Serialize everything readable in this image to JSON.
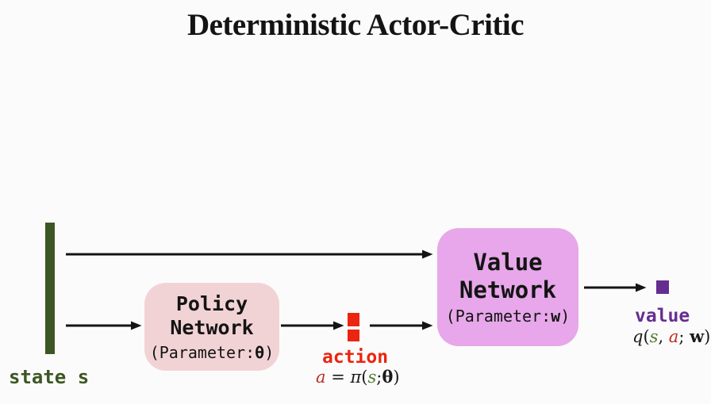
{
  "title": "Deterministic Actor-Critic",
  "colors": {
    "background": "#fcfbfb",
    "ink": "#141414",
    "state_green": "#3c5723",
    "policy_box_fill": "#f2d3d5",
    "value_box_fill": "#e7a7ea",
    "action_red": "#ea2510",
    "value_purple": "#662d91",
    "arrow_black": "#141414",
    "math_black": "#1a1a1a",
    "math_red": "#bb2e20",
    "math_green": "#4e7c33"
  },
  "state": {
    "label": "state s"
  },
  "policy_network": {
    "title_line1": "Policy",
    "title_line2": "Network",
    "param_open": "(Parameter:",
    "param_symbol": "θ",
    "param_close": ")"
  },
  "value_network": {
    "title_line1": "Value",
    "title_line2": "Network",
    "param_open": "(Parameter:",
    "param_symbol": "w",
    "param_close": ")"
  },
  "action": {
    "label": "action",
    "formula": {
      "lhs": "a",
      "equals": " = ",
      "pi": "π",
      "open": "(",
      "s": "s",
      "semicolon": ";",
      "theta": "θ",
      "close": ")"
    }
  },
  "value_output": {
    "label": "value",
    "formula": {
      "q": "q",
      "open": "(",
      "s": "s",
      "comma": ", ",
      "a": "a",
      "semicolon": "; ",
      "w": "w",
      "close": ")"
    }
  }
}
